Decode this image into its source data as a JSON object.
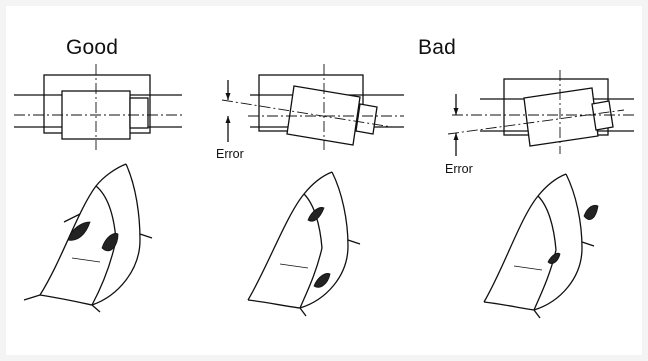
{
  "headings": {
    "good": "Good",
    "bad": "Bad"
  },
  "labels": {
    "error_1": "Error",
    "error_2": "Error"
  }
}
